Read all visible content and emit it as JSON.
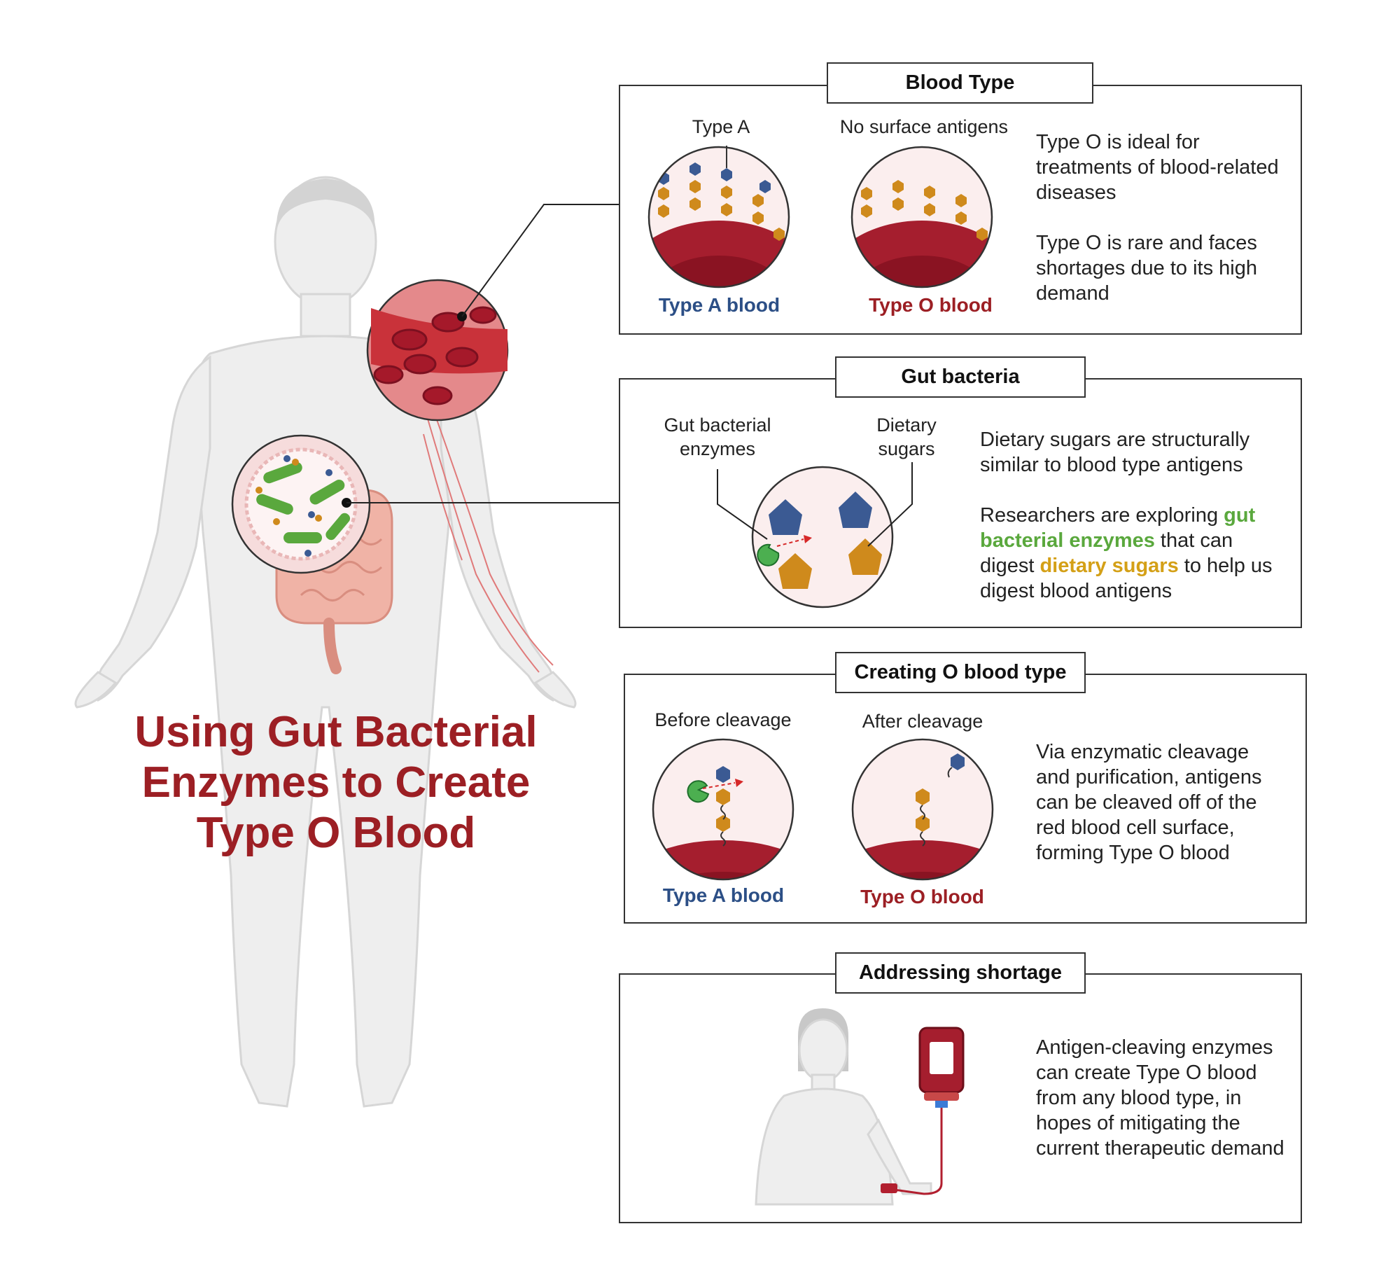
{
  "title": "Using Gut Bacterial Enzymes to Create Type O Blood",
  "colors": {
    "title_red": "#9c1f24",
    "type_a_blue": "#2c4f86",
    "type_o_red": "#9c1f24",
    "gut_green": "#5aa83d",
    "sugar_gold": "#d4a017",
    "antigen_blue": "#3b5a93",
    "antigen_gold": "#cf8a1c"
  },
  "panels": {
    "blood_type": {
      "title": "Blood Type",
      "label_type_a": "Type A",
      "label_no_antigens": "No surface antigens",
      "caption_a": "Type A blood",
      "caption_o": "Type O blood",
      "text_1": "Type O is ideal for treatments of blood-related diseases",
      "text_2": "Type O is rare and faces shortages due to its high demand"
    },
    "gut_bacteria": {
      "title": "Gut bacteria",
      "label_enzymes": "Gut bacterial enzymes",
      "label_sugars": "Dietary sugars",
      "text_1": "Dietary sugars are structurally similar to blood type antigens",
      "text_2_start": "Researchers are exploring ",
      "text_2_green": "gut bacterial enzymes",
      "text_2_mid": " that can digest ",
      "text_2_gold": "dietary sugars",
      "text_2_end": " to help us digest blood antigens"
    },
    "creating_o": {
      "title": "Creating O blood type",
      "label_before": "Before cleavage",
      "label_after": "After cleavage",
      "caption_a": "Type A blood",
      "caption_o": "Type O blood",
      "text": "Via enzymatic cleavage and purification, antigens can be cleaved off of the red blood cell surface, forming Type O blood"
    },
    "addressing": {
      "title": "Addressing shortage",
      "text": "Antigen-cleaving enzymes can create Type O blood from any blood type, in hopes of mitigating the current therapeutic demand"
    }
  }
}
